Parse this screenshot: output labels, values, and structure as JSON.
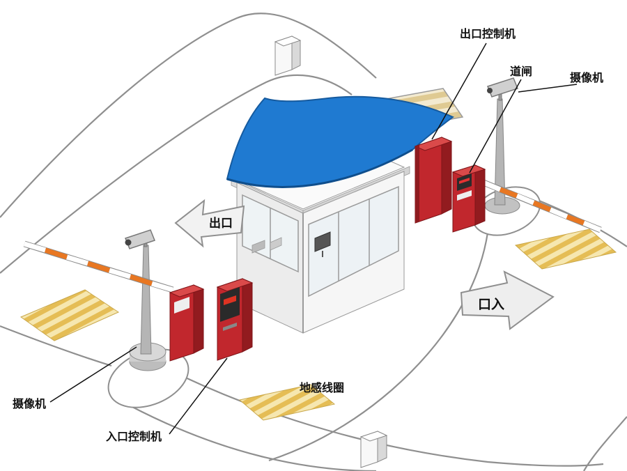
{
  "labels": {
    "exit_controller": "出口控制机",
    "barrier_gate": "道闸",
    "camera_right": "摄像机",
    "camera_left": "摄像机",
    "entry_controller": "入口控制机",
    "ground_loop": "地感线圈",
    "exit_direction": "出口",
    "entry_direction": "口入"
  },
  "colors": {
    "background": "#ffffff",
    "road_line": "#8f8f8f",
    "canopy_blue": "#1f7ad1",
    "machine_red": "#c1272d",
    "machine_red_dark": "#921b1f",
    "barrier_arm_orange": "#e87722",
    "ground_loop_yellow": "#e5bd55",
    "ground_loop_light": "#f6e7b0",
    "label_text": "#111111"
  }
}
